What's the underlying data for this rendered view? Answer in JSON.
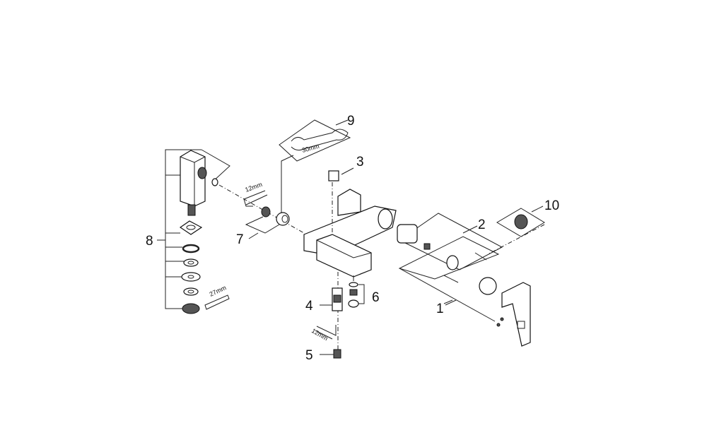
{
  "diagram": {
    "callouts": [
      {
        "id": "1",
        "label": "1"
      },
      {
        "id": "2",
        "label": "2"
      },
      {
        "id": "3",
        "label": "3"
      },
      {
        "id": "4",
        "label": "4"
      },
      {
        "id": "5",
        "label": "5"
      },
      {
        "id": "6",
        "label": "6"
      },
      {
        "id": "7",
        "label": "7"
      },
      {
        "id": "8",
        "label": "8"
      },
      {
        "id": "9",
        "label": "9"
      },
      {
        "id": "10",
        "label": "10"
      }
    ],
    "tool_sizes": {
      "wrench_large": "30mm",
      "hex_key_top": "12mm",
      "wrench_small": "27mm",
      "hex_key_bottom": "12mm"
    }
  }
}
